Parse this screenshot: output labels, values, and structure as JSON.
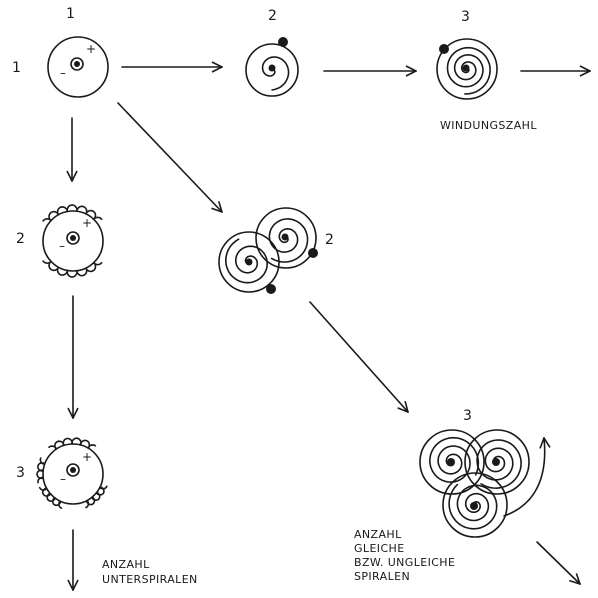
{
  "labels": {
    "row1_top": "1",
    "col2_top": "2",
    "col3_top": "3",
    "row1_side": "1",
    "row2_side": "2",
    "row3_side": "3",
    "diag2_side": "2",
    "diag3_top": "3",
    "plus_sign": "+",
    "minus_sign": "–"
  },
  "captions": {
    "windungszahl": "WINDUNGSZAHL",
    "unterspiralen_line1": "ANZAHL",
    "unterspiralen_line2": "UNTERSPIRALEN",
    "gleiche_line1": "ANZAHL",
    "gleiche_line2": "GLEICHE",
    "gleiche_line3": "BZW. UNGLEICHE",
    "gleiche_line4": "SPIRALEN"
  },
  "colors": {
    "ink": "#1a1a1a",
    "paper": "#ffffff"
  }
}
